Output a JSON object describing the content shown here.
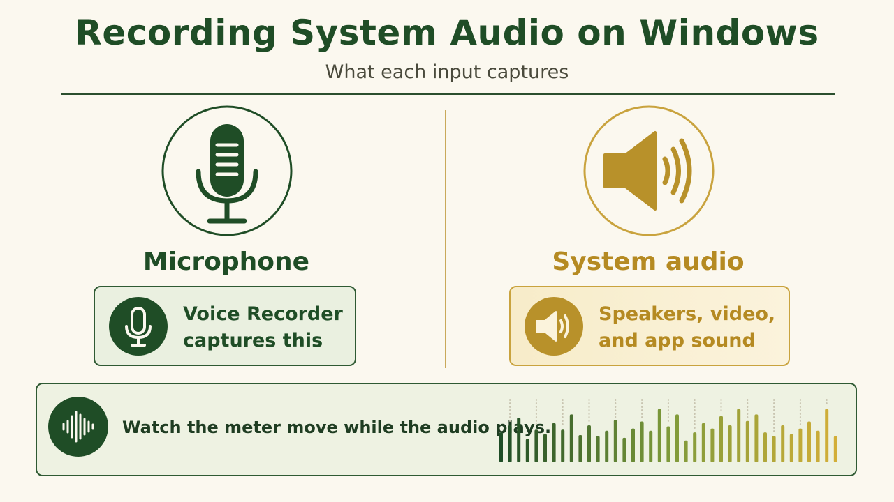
{
  "title": "Recording System Audio on Windows",
  "subtitle": "What each input captures",
  "colors": {
    "green_dark": "#1f4d26",
    "gold": "#b8912a",
    "bg": "#fbf8ef"
  },
  "microphone": {
    "icon": "microphone-icon",
    "label": "Microphone",
    "card": {
      "icon": "microphone-icon",
      "line1": "Voice Recorder",
      "line2": "captures this"
    }
  },
  "system_audio": {
    "icon": "speaker-icon",
    "label": "System audio",
    "card": {
      "icon": "speaker-icon",
      "line1": "Speakers, video,",
      "line2": "and app sound"
    }
  },
  "meter": {
    "icon": "waveform-icon",
    "text": "Watch the meter move while the audio plays.",
    "bar_levels": [
      0.55,
      0.68,
      0.82,
      0.43,
      0.6,
      0.52,
      0.72,
      0.6,
      0.88,
      0.5,
      0.68,
      0.48,
      0.58,
      0.78,
      0.45,
      0.62,
      0.75,
      0.58,
      0.98,
      0.66,
      0.88,
      0.4,
      0.55,
      0.72,
      0.62,
      0.85,
      0.68,
      0.98,
      0.76,
      0.88,
      0.55,
      0.48,
      0.68,
      0.52,
      0.62,
      0.75,
      0.58,
      0.98,
      0.48
    ]
  }
}
